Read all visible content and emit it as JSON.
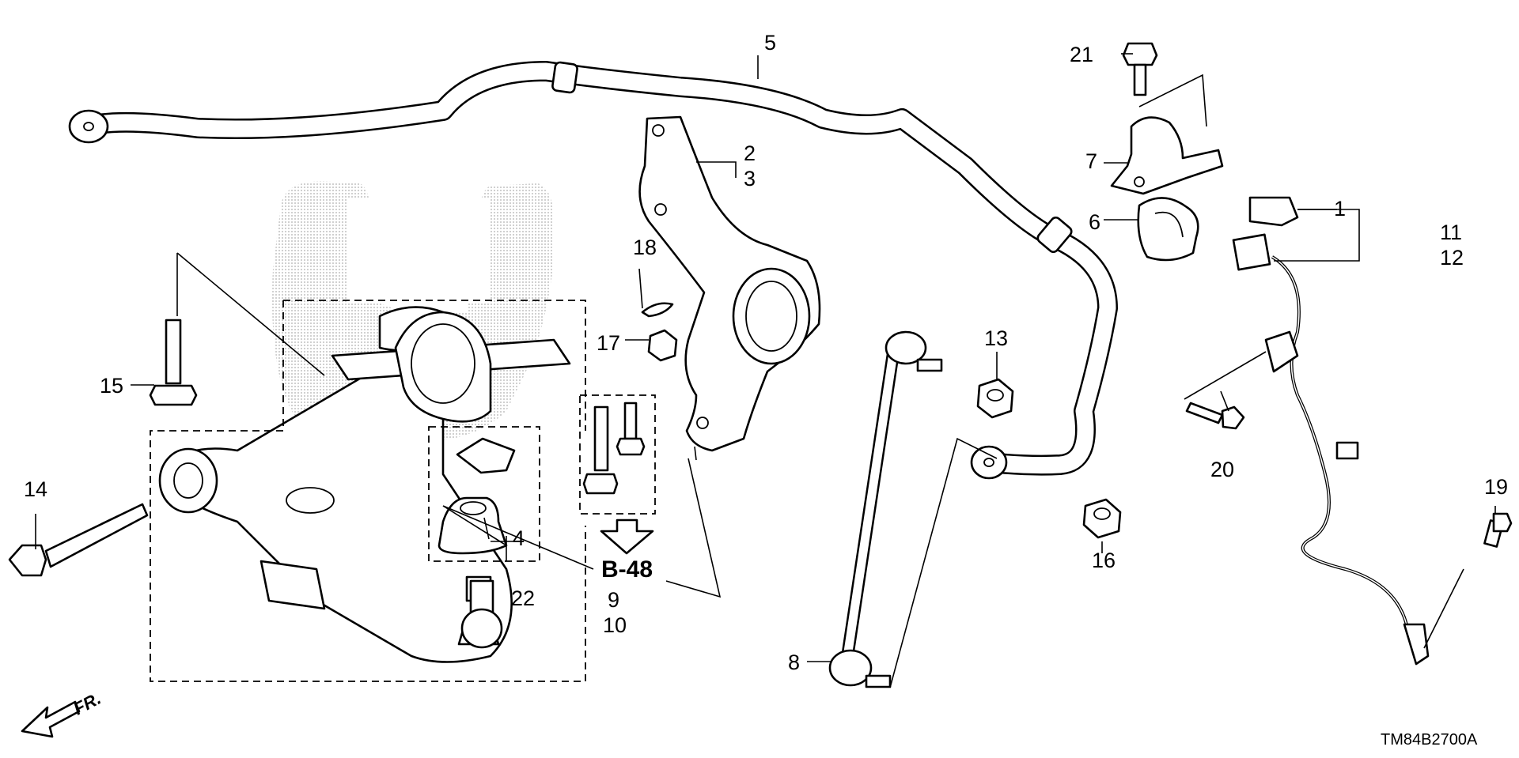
{
  "diagram": {
    "callouts": {
      "c1": "1",
      "c2": "2",
      "c3": "3",
      "c4": "4",
      "c5": "5",
      "c6": "6",
      "c7": "7",
      "c8": "8",
      "c9": "9",
      "c10": "10",
      "c11": "11",
      "c12": "12",
      "c13": "13",
      "c14": "14",
      "c15": "15",
      "c16": "16",
      "c17": "17",
      "c18": "18",
      "c19": "19",
      "c20": "20",
      "c21": "21",
      "c22": "22"
    },
    "reference": "B-48",
    "front_label": "FR.",
    "diagram_code": "TM84B2700A",
    "colors": {
      "line": "#000000",
      "background": "#ffffff",
      "watermark": "#bdbdbd"
    },
    "icons": [
      "honda-logo-watermark",
      "front-direction-arrow-icon",
      "reference-arrow-icon"
    ]
  }
}
